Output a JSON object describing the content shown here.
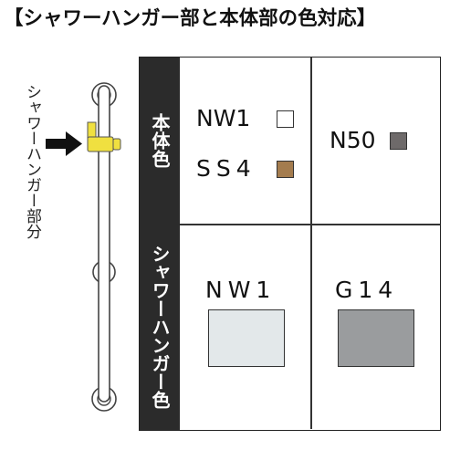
{
  "title": "【シャワーハンガー部と本体部の色対応】",
  "side_caption": "シャワーハンガー部分",
  "icons": {
    "arrow": "arrow-right-icon",
    "rail": "shower-slide-bar-illustration",
    "hanger": "shower-hanger-illustration"
  },
  "colors": {
    "hanger_highlight": "#f0e040",
    "header_bg": "#2b2b2b"
  },
  "body_section": {
    "header": "本体色",
    "cells": [
      {
        "options": [
          {
            "code": "NW1",
            "color": "#ffffff"
          },
          {
            "code": "SS4",
            "color": "#a47c4e"
          }
        ]
      },
      {
        "options": [
          {
            "code": "N50",
            "color": "#6e6a6a"
          }
        ]
      }
    ]
  },
  "hanger_section": {
    "header": "シャワーハンガー色",
    "cells": [
      {
        "code": "NW1",
        "color": "#e3e8ea"
      },
      {
        "code": "G14",
        "color": "#9a9c9e"
      }
    ]
  }
}
